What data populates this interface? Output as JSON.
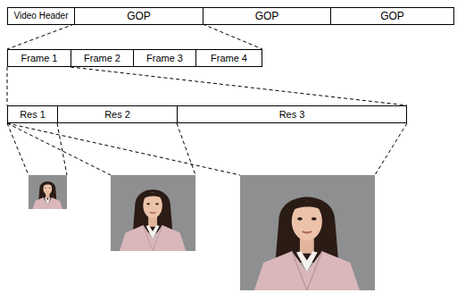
{
  "diagram": {
    "nodes": [
      {
        "text": [
          "Video Header"
        ]
      },
      {
        "text": [
          "GOP"
        ]
      },
      {
        "text": [
          "GOP"
        ]
      },
      {
        "text": [
          "GOP"
        ]
      },
      {
        "text": [
          "Frame 1"
        ]
      },
      {
        "text": [
          "Frame 2"
        ]
      },
      {
        "text": [
          "Frame 3"
        ]
      },
      {
        "text": [
          "Frame 4"
        ]
      },
      {
        "text": [
          "Res 1"
        ]
      },
      {
        "text": [
          "Res 2"
        ]
      },
      {
        "text": [
          "Res 3"
        ]
      }
    ]
  }
}
